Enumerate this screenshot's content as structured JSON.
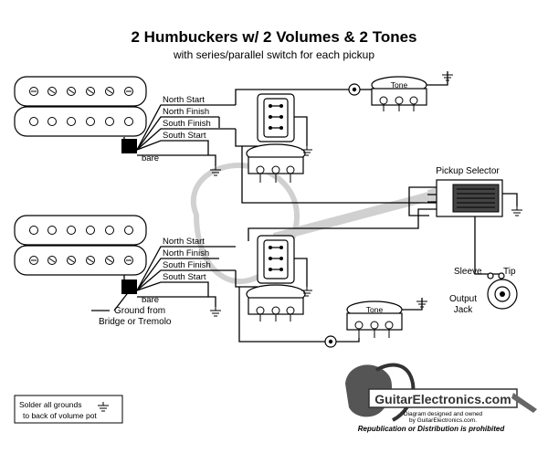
{
  "header": {
    "title": "2 Humbuckers w/ 2 Volumes & 2 Tones",
    "subtitle": "with series/parallel switch for each pickup"
  },
  "pickup_bridge": {
    "wires": [
      "North Start",
      "North Finish",
      "South Finish",
      "South Start"
    ],
    "bare": "bare"
  },
  "pickup_neck": {
    "wires": [
      "North Start",
      "North Finish",
      "South Finish",
      "South Start"
    ],
    "bare": "bare",
    "ground_note": [
      "Ground from",
      "Bridge or Tremolo"
    ]
  },
  "tone_pot_top": {
    "label": "Tone"
  },
  "tone_pot_bottom": {
    "label": "Tone"
  },
  "selector": {
    "label": "Pickup Selector"
  },
  "jack": {
    "sleeve": "Sleeve",
    "tip": "Tip",
    "label": [
      "Output",
      "Jack"
    ]
  },
  "note": {
    "lines": [
      "Solder all grounds",
      "to back of volume pot"
    ]
  },
  "logo": {
    "name": "GuitarElectronics.com",
    "credit_1": "Diagram designed and owned",
    "credit_2": "by GuitarElectronics.com.",
    "notice": "Republication or Distribution is prohibited"
  }
}
